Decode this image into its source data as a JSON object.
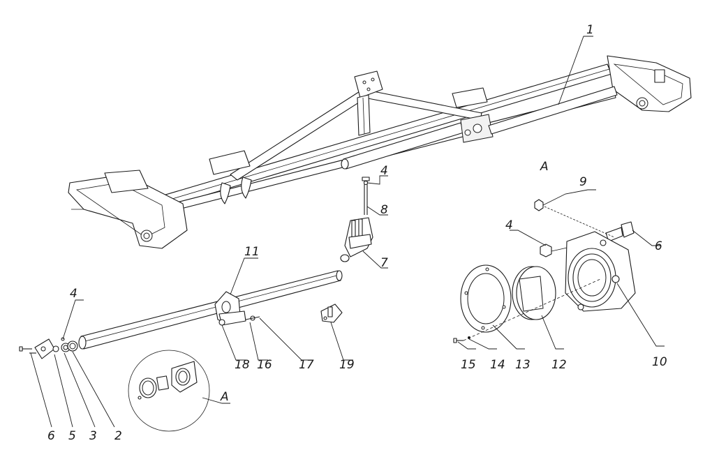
{
  "callouts": {
    "c1": "1",
    "c2": "2",
    "c3": "3",
    "c4_frame": "4",
    "c4_left": "4",
    "c4_detail": "4",
    "c5": "5",
    "c6_left": "6",
    "c6_detail": "6",
    "c7": "7",
    "c8": "8",
    "c9": "9",
    "c10": "10",
    "c11": "11",
    "c12": "12",
    "c13": "13",
    "c14": "14",
    "c15": "15",
    "c16": "16",
    "c17": "17",
    "c18": "18",
    "c19": "19"
  },
  "detail_labels": {
    "detail_title": "A",
    "detail_circle_label": "A"
  }
}
